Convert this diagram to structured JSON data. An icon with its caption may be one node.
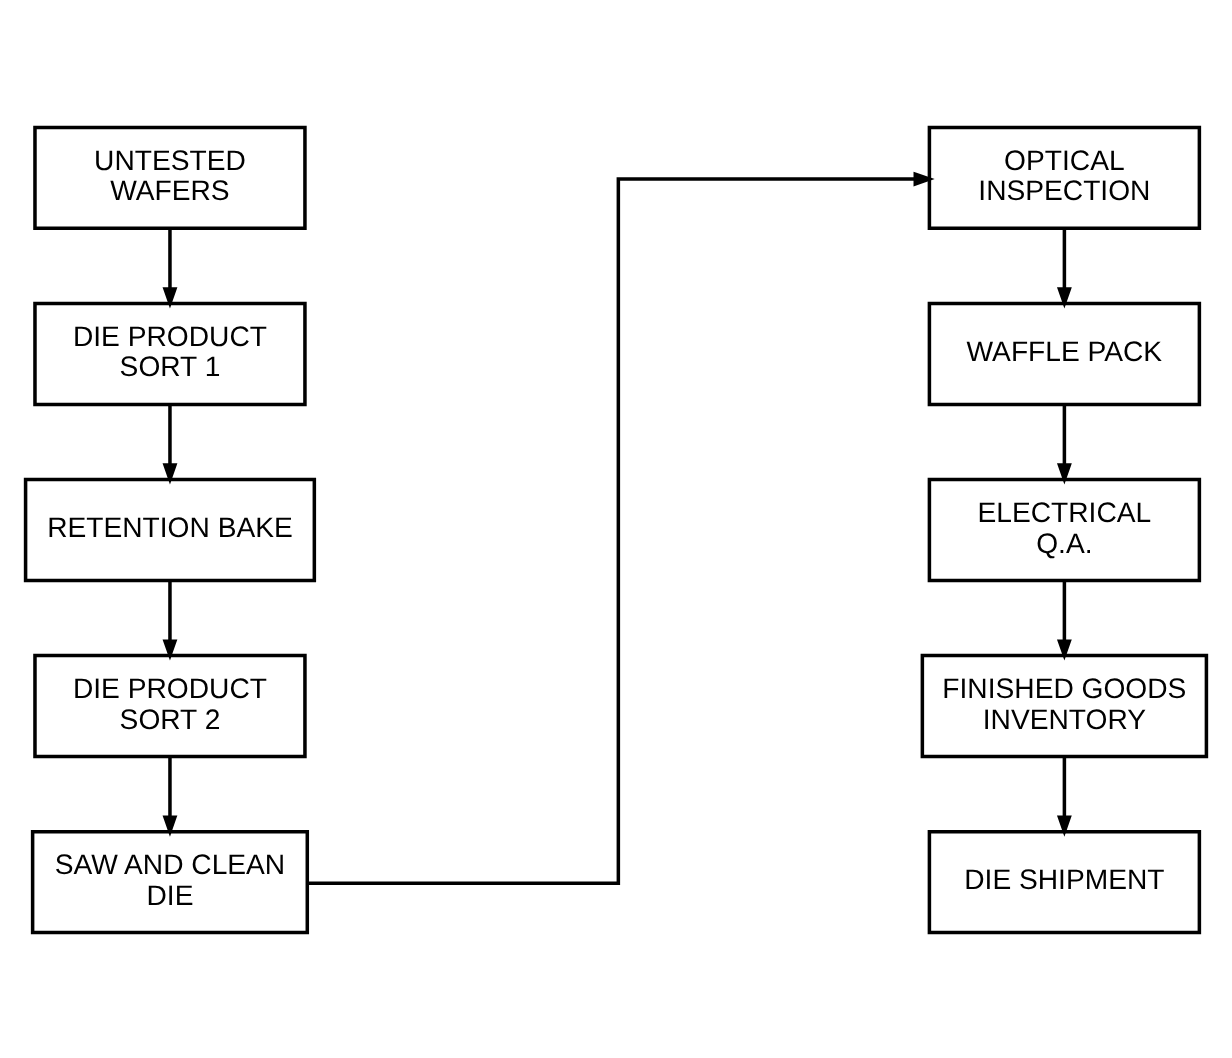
{
  "diagram": {
    "nodes": [
      {
        "text": [
          "UNTESTED WAFERS"
        ]
      },
      {
        "text": [
          "DIE PRODUCT SORT 1"
        ]
      },
      {
        "text": [
          "RETENTION BAKE"
        ]
      },
      {
        "text": [
          "DIE PRODUCT SORT 2"
        ]
      },
      {
        "text": [
          "SAW AND CLEAN DIE"
        ]
      },
      {
        "text": [
          "OPTICAL INSPECTION"
        ]
      },
      {
        "text": [
          "WAFFLE PACK"
        ]
      },
      {
        "text": [
          "ELECTRICAL Q.A."
        ]
      },
      {
        "text": [
          "FINISHED GOODS INVENTORY"
        ]
      },
      {
        "text": [
          "DIE SHIPMENT"
        ]
      }
    ],
    "edges": [
      {
        "from": 0,
        "to": 1,
        "arrow": "to"
      },
      {
        "from": 1,
        "to": 2,
        "arrow": "to"
      },
      {
        "from": 2,
        "to": 3,
        "arrow": "to"
      },
      {
        "from": 3,
        "to": 4,
        "arrow": "to"
      },
      {
        "from": 4,
        "to": 5,
        "arrow": "to"
      },
      {
        "from": 5,
        "to": 6,
        "arrow": "to"
      },
      {
        "from": 6,
        "to": 7,
        "arrow": "to"
      },
      {
        "from": 7,
        "to": 8,
        "arrow": "to"
      },
      {
        "from": 8,
        "to": 9,
        "arrow": "to"
      }
    ]
  }
}
